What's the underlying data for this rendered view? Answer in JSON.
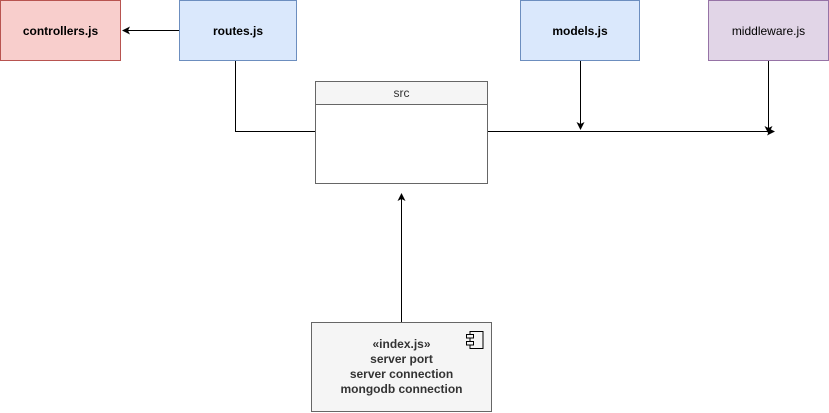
{
  "nodes": {
    "controllers": {
      "label": "controllers.js"
    },
    "routes": {
      "label": "routes.js"
    },
    "models": {
      "label": "models.js"
    },
    "middleware": {
      "label": "middleware.js"
    },
    "src": {
      "label": "src"
    },
    "index": {
      "stereotype": "«index.js»",
      "lines": [
        "server port",
        "server connection",
        "mongodb connection"
      ]
    }
  },
  "colors": {
    "controllers_fill": "#f8cecc",
    "controllers_stroke": "#b85450",
    "routes_fill": "#dae8fc",
    "routes_stroke": "#6c8ebf",
    "middleware_fill": "#e1d5e7",
    "middleware_stroke": "#9673a6",
    "index_fill": "#f5f5f5",
    "edge": "#000000"
  },
  "edges": [
    {
      "from": "routes",
      "to": "controllers"
    },
    {
      "from": "routes",
      "to": "middleware"
    },
    {
      "from": "models",
      "to": "middleware"
    },
    {
      "from": "middleware",
      "to": "middleware-junction"
    },
    {
      "from": "index",
      "to": "src"
    }
  ]
}
